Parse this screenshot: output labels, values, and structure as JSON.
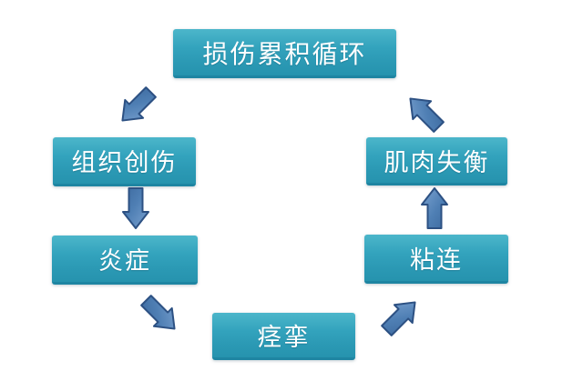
{
  "diagram": {
    "type": "cycle",
    "nodes": [
      {
        "id": "injury-accumulation-cycle",
        "label": "损伤累积循环"
      },
      {
        "id": "tissue-trauma",
        "label": "组织创伤"
      },
      {
        "id": "inflammation",
        "label": "炎症"
      },
      {
        "id": "spasm",
        "label": "痉挛"
      },
      {
        "id": "adhesion",
        "label": "粘连"
      },
      {
        "id": "muscle-imbalance",
        "label": "肌肉失衡"
      }
    ],
    "arrows": [
      {
        "from": "injury-accumulation-cycle",
        "to": "tissue-trauma",
        "direction": "down-left"
      },
      {
        "from": "tissue-trauma",
        "to": "inflammation",
        "direction": "down"
      },
      {
        "from": "inflammation",
        "to": "spasm",
        "direction": "down-right"
      },
      {
        "from": "spasm",
        "to": "adhesion",
        "direction": "up-right"
      },
      {
        "from": "adhesion",
        "to": "muscle-imbalance",
        "direction": "up"
      },
      {
        "from": "muscle-imbalance",
        "to": "injury-accumulation-cycle",
        "direction": "up-left"
      }
    ],
    "colors": {
      "background": "#ffffff",
      "box_fill_top": "#4cb6ca",
      "box_fill_bottom": "#2693ae",
      "box_border_bottom": "#1e85a2",
      "box_text": "#ffffff",
      "arrow_fill_light": "#7ba2d0",
      "arrow_fill_dark": "#426fa5",
      "arrow_border": "#2d5183"
    }
  }
}
